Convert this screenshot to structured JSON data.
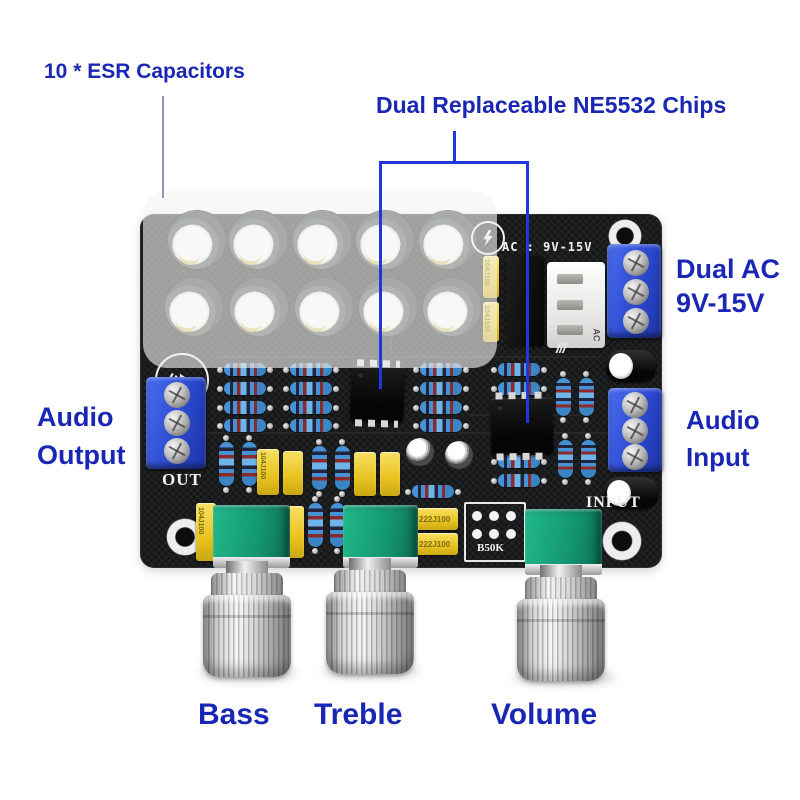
{
  "annotations": {
    "esr_caps": "10 * ESR Capacitors",
    "ne5532": "Dual Replaceable NE5532 Chips",
    "dual_ac": {
      "line1": "Dual AC",
      "line2": "9V-15V"
    },
    "audio_output": {
      "line1": "Audio",
      "line2": "Output"
    },
    "audio_input": {
      "line1": "Audio",
      "line2": "Input"
    },
    "knobs": {
      "bass": "Bass",
      "treble": "Treble",
      "volume": "Volume"
    }
  },
  "silkscreen": {
    "ac_rating": "AC : 9V-15V",
    "out": "OUT",
    "input": "INPUT",
    "pot_code": "B50K",
    "ac_connector": "AC"
  },
  "component_labels": {
    "film_cap_104": "104J100",
    "film_cap_222": "222J100"
  },
  "icons": {
    "speaker": "speaker-icon",
    "lightning": "lightning-icon"
  },
  "colors": {
    "annotation_text": "#1a27b5",
    "callout_bracket": "#2335dd",
    "callout_line": "#8a96c3",
    "board": "#1b1c1e",
    "terminal_blue": "#2b49cf",
    "pot_green": "#159872",
    "film_cap_yellow": "#e8c31f",
    "resistor_blue": "#4593d6"
  }
}
